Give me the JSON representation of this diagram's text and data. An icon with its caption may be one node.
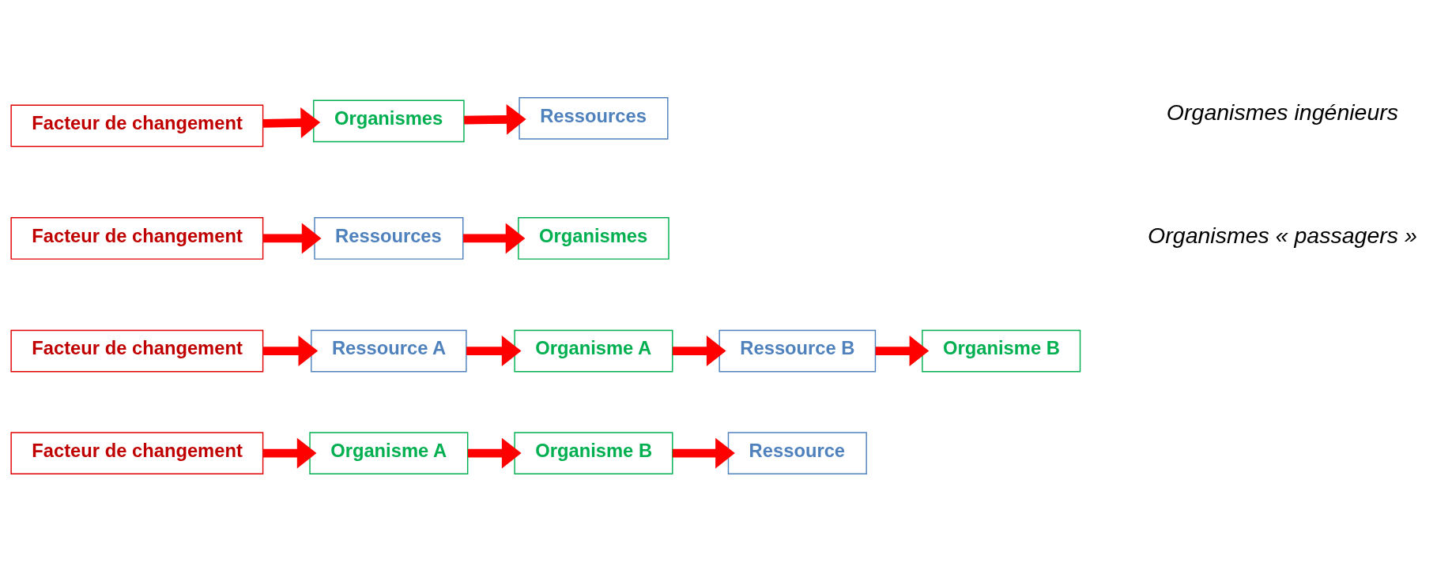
{
  "diagram": {
    "nodes": [
      {
        "text": [
          "Facteur de changement"
        ]
      },
      {
        "text": [
          "Organismes"
        ]
      },
      {
        "text": [
          "Ressources"
        ]
      },
      {
        "text": [
          "Facteur de changement"
        ]
      },
      {
        "text": [
          "Ressources"
        ]
      },
      {
        "text": [
          "Organismes"
        ]
      },
      {
        "text": [
          "Facteur de changement"
        ]
      },
      {
        "text": [
          "Ressource A"
        ]
      },
      {
        "text": [
          "Organisme A"
        ]
      },
      {
        "text": [
          "Ressource B"
        ]
      },
      {
        "text": [
          "Organisme B"
        ]
      },
      {
        "text": [
          "Facteur de changement"
        ]
      },
      {
        "text": [
          "Organisme A"
        ]
      },
      {
        "text": [
          "Organisme B"
        ]
      },
      {
        "text": [
          "Ressource"
        ]
      }
    ],
    "edges": [
      {
        "from": 0,
        "to": 1,
        "arrow": "to"
      },
      {
        "from": 1,
        "to": 2,
        "arrow": "to"
      },
      {
        "from": 3,
        "to": 4,
        "arrow": "to"
      },
      {
        "from": 4,
        "to": 5,
        "arrow": "to"
      },
      {
        "from": 6,
        "to": 7,
        "arrow": "to"
      },
      {
        "from": 7,
        "to": 8,
        "arrow": "to"
      },
      {
        "from": 8,
        "to": 9,
        "arrow": "to"
      },
      {
        "from": 9,
        "to": 10,
        "arrow": "to"
      },
      {
        "from": 11,
        "to": 12,
        "arrow": "to"
      },
      {
        "from": 12,
        "to": 13,
        "arrow": "to"
      },
      {
        "from": 13,
        "to": 14,
        "arrow": "to"
      }
    ],
    "labels": [
      "Organismes ingénieurs",
      "Organismes « passagers »"
    ]
  }
}
